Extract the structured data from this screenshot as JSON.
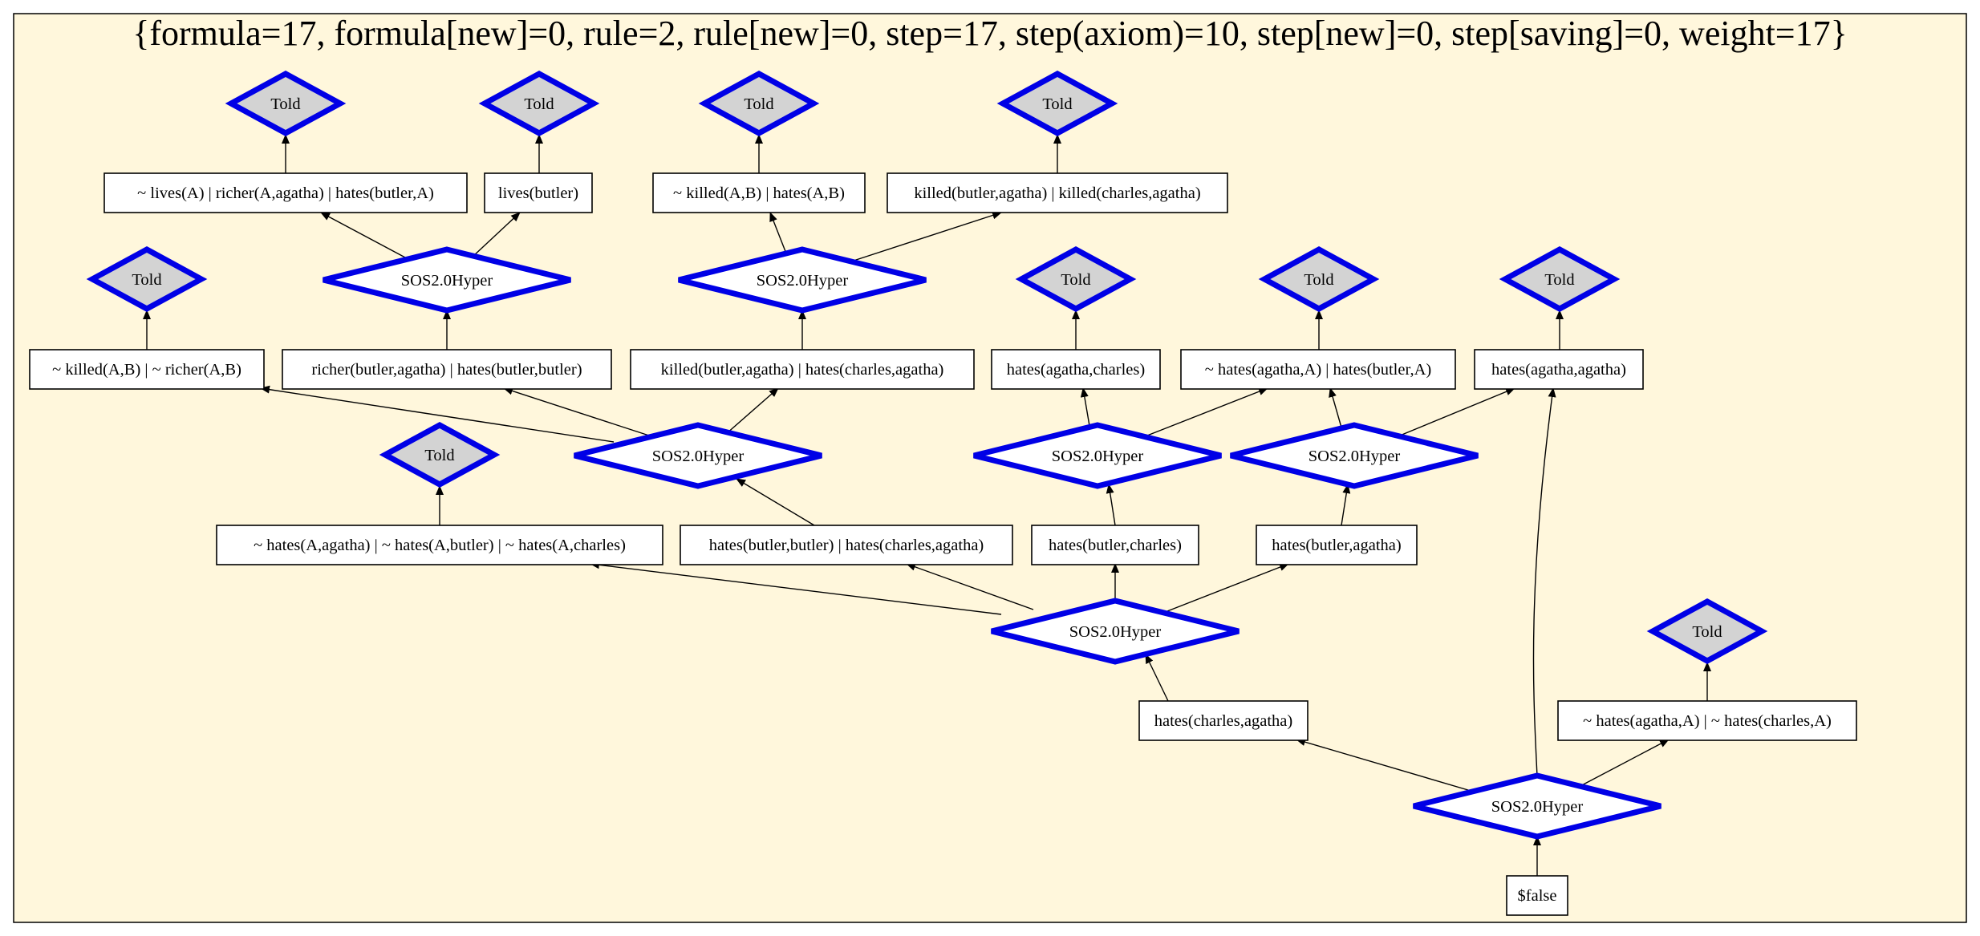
{
  "header": {
    "stats": "{formula=17, formula[new]=0, rule=2, rule[new]=0, step=17, step(axiom)=10, step[new]=0, step[saving]=0, weight=17}"
  },
  "labels": {
    "told": "Told",
    "hyper": "SOS2.0Hyper"
  },
  "colors": {
    "background": "#fff7dc",
    "diamond_border": "#0000e6",
    "told_fill": "#d3d3d3"
  },
  "formulas": {
    "f1": "~ lives(A)  | richer(A,agatha)  | hates(butler,A)",
    "f2": "lives(butler)",
    "f3": "~ killed(A,B)  | hates(A,B)",
    "f4": "killed(butler,agatha)  | killed(charles,agatha)",
    "f5": "~ killed(A,B)  | ~ richer(A,B)",
    "f6": "richer(butler,agatha)  | hates(butler,butler)",
    "f7": "killed(butler,agatha)  | hates(charles,agatha)",
    "f8": "hates(agatha,charles)",
    "f9": "~ hates(agatha,A)  | hates(butler,A)",
    "f10": "hates(agatha,agatha)",
    "f11": "~ hates(A,agatha)  | ~ hates(A,butler)  | ~ hates(A,charles)",
    "f12": "hates(butler,butler)  | hates(charles,agatha)",
    "f13": "hates(butler,charles)",
    "f14": "hates(butler,agatha)",
    "f15": "hates(charles,agatha)",
    "f16": "~ hates(agatha,A)  | ~ hates(charles,A)",
    "f17": "$false"
  }
}
